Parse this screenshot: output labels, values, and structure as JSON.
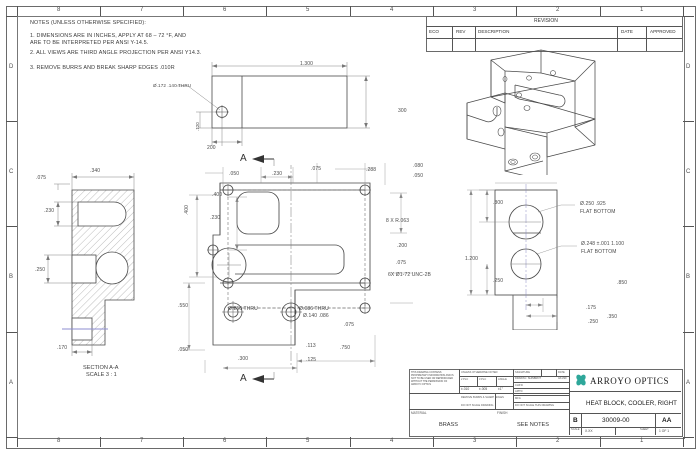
{
  "sheet": {
    "zone_cols_top": [
      "8",
      "7",
      "6",
      "5",
      "4",
      "3",
      "2",
      "1"
    ],
    "zone_cols_bottom": [
      "8",
      "7",
      "6",
      "5",
      "4",
      "3",
      "2",
      "1"
    ],
    "zone_rows_left": [
      "D",
      "C",
      "B",
      "A"
    ],
    "zone_rows_right": [
      "D",
      "C",
      "B",
      "A"
    ]
  },
  "notes": {
    "heading": "NOTES (UNLESS OTHERWISE SPECIFIED):",
    "items": [
      "1.  DIMENSIONS ARE IN INCHES, APPLY AT 68 – 72 °F, AND",
      "     ARE TO BE INTERPRETED PER ANSI Y-14.5.",
      "2.  ALL VIEWS ARE THIRD ANGLE PROJECTION PER ANSI Y14.3.",
      "3.  REMOVE BURRS AND BREAK SHARP EDGES .010R"
    ]
  },
  "revision": {
    "title": "REVISION",
    "columns": [
      "ECO",
      "REV",
      "DESCRIPTION",
      "DATE",
      "APPROVED"
    ],
    "rows": [
      [
        "",
        "",
        "",
        "",
        ""
      ]
    ]
  },
  "views": {
    "top_view": {
      "dims": {
        "overall_length": "1.300",
        "height": "300",
        "hole_callout": "Ø.172  .140 THRU",
        "edge_left": "200",
        "vertical_small": ".120"
      }
    },
    "section_view": {
      "label": "SECTION A-A",
      "scale": "SCALE 3 : 1",
      "dims": {
        "top": ".340",
        "left_small": ".075",
        "slot_height": ".230",
        "mid": ".250",
        "bottom": ".170"
      }
    },
    "front_view": {
      "section_marks": [
        "A",
        "A"
      ],
      "dims": {
        "d_050_top": ".050",
        "d_230": ".230",
        "d_075": ".075",
        "d_288": ".288",
        "d_080": ".080",
        "d_050_r": ".050",
        "d_400": ".400",
        "d_400b": ".400",
        "d_230b": ".230",
        "d_8x_R063": "8 X R.063",
        "d_200": ".200",
        "d_075r": ".075",
        "d_6x_unc": "6X  Ø1-72 UNC-2B",
        "d_550": ".550",
        "d_250_thru": "Ø.250  THRU",
        "d_086_thru": "Ø.086 THRU",
        "d_140": "Ø.140  .086",
        "d_075b": ".075",
        "d_050_b": ".050",
        "d_300": ".300",
        "d_113": ".113",
        "d_125": ".125",
        "d_750": ".750",
        "d_200b": ".200"
      }
    },
    "right_view": {
      "dims": {
        "d_300": ".300",
        "d_1200": "1.200",
        "d_250": ".250",
        "d_175": ".175",
        "d_250b": ".250",
        "d_350": ".350",
        "d_850": ".850",
        "cb1": "Ø.250  .925",
        "cb1b": "FLAT BOTTOM",
        "cb2": "Ø.248 ±.001  1.100",
        "cb2b": "FLAT BOTTOM"
      }
    }
  },
  "title_block": {
    "proprietary": "THIS DRAWING CONTAINS PROPRIETARY INFORMATION AND IS NOT TO BE USED OR REPRODUCED WITHOUT THE PERMISSION OF ARROYO OPTICS",
    "tolerance_header": "UNLESS OTHERWISE NOTED",
    "tol_labels": [
      "2 PLC",
      "3 PLC",
      "ANGLE"
    ],
    "tol_values": [
      "±.010",
      "±.005",
      "±1°"
    ],
    "tol_note1": "REMOVE BURRS & SHARP EDGES",
    "tol_note2": "DO NOT SCALE DRAWING",
    "sig_header": [
      "SIGNATURE",
      "DATE"
    ],
    "sig_rows": [
      [
        "DRAWN",
        "J. SHINBROT",
        "4/11/99"
      ],
      [
        "CHK'D",
        "",
        ""
      ],
      [
        "APP'D",
        "",
        ""
      ],
      [
        "MFG",
        "",
        ""
      ],
      [
        "DO NOT SCALE THIS DRAWING",
        "",
        ""
      ]
    ],
    "material_label": "MATERIAL",
    "material_value": "BRASS",
    "finish_label": "FINISH",
    "finish_value": "SEE NOTES",
    "company": "ARROYO OPTICS",
    "part_title": "HEAT BLOCK, COOLER, RIGHT",
    "size": "B",
    "drawing_number": "30009-00",
    "rev": "AA",
    "scale_label": "SCALE",
    "scale_value": "X.XX",
    "sheet_label": "SHEET",
    "sheet_value": "1 OF 1"
  }
}
